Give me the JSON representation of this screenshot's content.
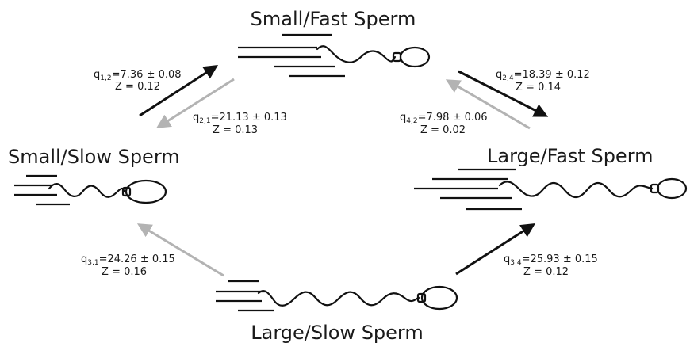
{
  "states": {
    "small_fast": "Small/Fast Sperm",
    "small_slow": "Small/Slow Sperm",
    "large_fast": "Large/Fast Sperm",
    "large_slow": "Large/Slow Sperm"
  },
  "transitions": {
    "q12": {
      "symbol": "q",
      "sub": "1,2",
      "value": "=7.36 ± 0.08",
      "z": "Z = 0.12",
      "color": "#111111",
      "from": "Small/Slow Sperm",
      "to": "Small/Fast Sperm"
    },
    "q21": {
      "symbol": "q",
      "sub": "2,1",
      "value": "=21.13 ± 0.13",
      "z": "Z = 0.13",
      "color": "#b3b3b3",
      "from": "Small/Fast Sperm",
      "to": "Small/Slow Sperm"
    },
    "q24": {
      "symbol": "q",
      "sub": "2,4",
      "value": "=18.39 ± 0.12",
      "z": "Z = 0.14",
      "color": "#111111",
      "from": "Small/Fast Sperm",
      "to": "Large/Fast Sperm"
    },
    "q42": {
      "symbol": "q",
      "sub": "4,2",
      "value": "=7.98 ± 0.06",
      "z": "Z = 0.02",
      "color": "#b3b3b3",
      "from": "Large/Fast Sperm",
      "to": "Small/Fast Sperm"
    },
    "q31": {
      "symbol": "q",
      "sub": "3,1",
      "value": "=24.26 ± 0.15",
      "z": "Z = 0.16",
      "color": "#b3b3b3",
      "from": "Large/Slow Sperm",
      "to": "Small/Slow Sperm"
    },
    "q34": {
      "symbol": "q",
      "sub": "3,4",
      "value": "=25.93 ± 0.15",
      "z": "Z = 0.12",
      "color": "#111111",
      "from": "Large/Slow Sperm",
      "to": "Large/Fast Sperm"
    }
  }
}
